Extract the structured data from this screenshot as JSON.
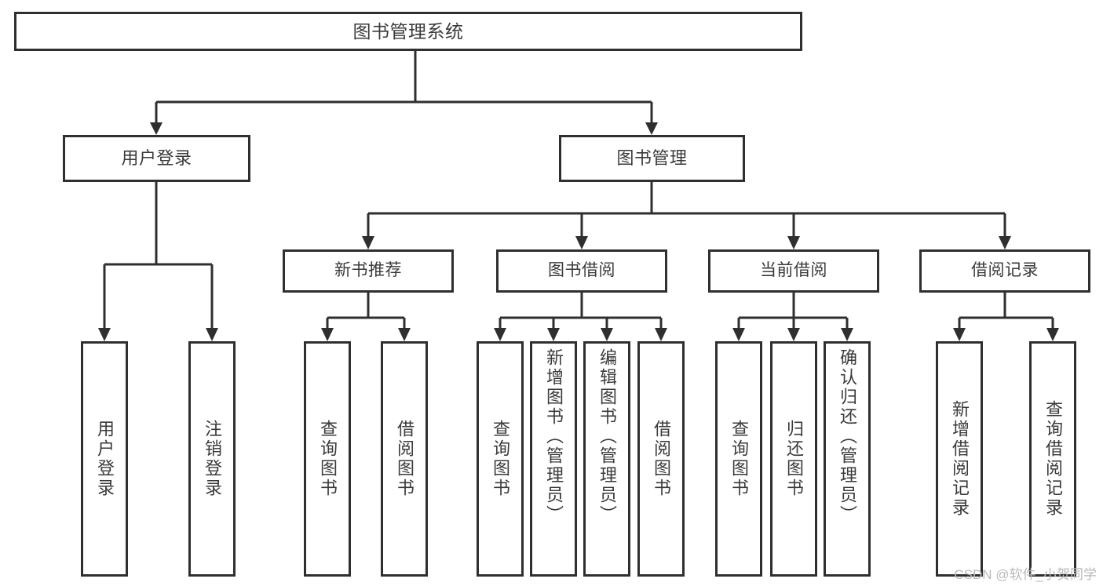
{
  "diagram": {
    "title": "图书管理系统",
    "type": "功能结构图",
    "colors": {
      "stroke": "#2f2f2f",
      "box_fill": "#ffffff",
      "text": "#3a3a3a",
      "background": "#ffffff",
      "watermark": "#b9b9b9"
    },
    "root": {
      "label": "图书管理系统"
    },
    "level2": [
      {
        "label": "用户登录"
      },
      {
        "label": "图书管理"
      }
    ],
    "level3": [
      {
        "label": "新书推荐"
      },
      {
        "label": "图书借阅"
      },
      {
        "label": "当前借阅"
      },
      {
        "label": "借阅记录"
      }
    ],
    "leaves": [
      {
        "label": "用户登录",
        "parent": "用户登录"
      },
      {
        "label": "注销登录",
        "parent": "用户登录"
      },
      {
        "label": "查询图书",
        "parent": "新书推荐"
      },
      {
        "label": "借阅图书",
        "parent": "新书推荐"
      },
      {
        "label": "查询图书",
        "parent": "图书借阅"
      },
      {
        "label": "新增图书（管理员）",
        "parent": "图书借阅"
      },
      {
        "label": "编辑图书（管理员）",
        "parent": "图书借阅"
      },
      {
        "label": "借阅图书",
        "parent": "图书借阅"
      },
      {
        "label": "查询图书",
        "parent": "当前借阅"
      },
      {
        "label": "归还图书",
        "parent": "当前借阅"
      },
      {
        "label": "确认归还（管理员）",
        "parent": "当前借阅"
      },
      {
        "label": "新增借阅记录",
        "parent": "借阅记录"
      },
      {
        "label": "查询借阅记录",
        "parent": "借阅记录"
      }
    ]
  },
  "watermark": {
    "text": "CSDN @软件_小贺同学"
  }
}
